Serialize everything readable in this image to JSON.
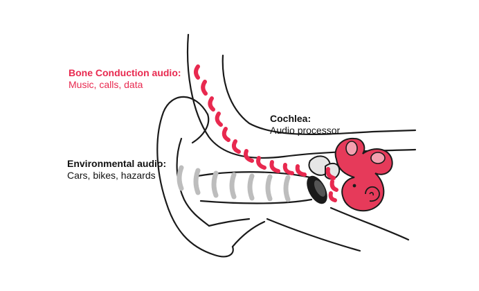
{
  "labels": {
    "bone": {
      "title": "Bone Conduction audio:",
      "subtitle": "Music, calls, data"
    },
    "cochlea": {
      "title": "Cochlea:",
      "subtitle": "Audio processor"
    },
    "environmental": {
      "title": "Environmental audio:",
      "subtitle": "Cars, bikes, hazards"
    }
  },
  "colors": {
    "accent": "#e8294f",
    "cochlea_fill": "#e63a5a",
    "outline": "#1a1a1a",
    "grey_wave": "#bdbdbd"
  },
  "icons": [
    "ear-illustration",
    "cochlea-illustration",
    "earbud-illustration",
    "bone-wave-arcs",
    "air-wave-arcs"
  ]
}
